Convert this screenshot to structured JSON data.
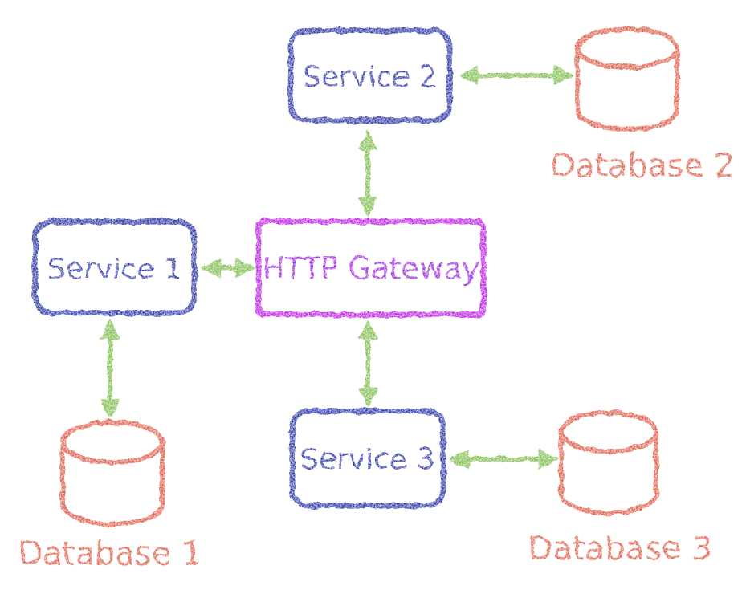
{
  "diagram": {
    "type": "architecture-sketch",
    "style": "hand-drawn-crayon",
    "background": "#ffffff",
    "nodes": {
      "gateway": {
        "label": "HTTP Gateway",
        "shape": "rectangle"
      },
      "service1": {
        "label": "Service 1",
        "shape": "rectangle"
      },
      "service2": {
        "label": "Service 2",
        "shape": "rectangle"
      },
      "service3": {
        "label": "Service 3",
        "shape": "rectangle"
      },
      "database1": {
        "label": "Database 1",
        "shape": "cylinder"
      },
      "database2": {
        "label": "Database 2",
        "shape": "cylinder"
      },
      "database3": {
        "label": "Database 3",
        "shape": "cylinder"
      }
    },
    "edges": [
      {
        "from": "service1",
        "to": "gateway",
        "style": "double-headed-arrow"
      },
      {
        "from": "service2",
        "to": "gateway",
        "style": "double-headed-arrow"
      },
      {
        "from": "service3",
        "to": "gateway",
        "style": "double-headed-arrow"
      },
      {
        "from": "service1",
        "to": "database1",
        "style": "double-headed-arrow"
      },
      {
        "from": "service2",
        "to": "database2",
        "style": "double-headed-arrow"
      },
      {
        "from": "service3",
        "to": "database3",
        "style": "double-headed-arrow"
      }
    ]
  },
  "colors": {
    "service_border": "#2a35a5",
    "service_text": "#2a35a5",
    "gateway_border": "#bf1fe8",
    "gateway_text": "#9c2ce2",
    "database": "#dd5b46",
    "arrow": "#7fbe4d"
  }
}
